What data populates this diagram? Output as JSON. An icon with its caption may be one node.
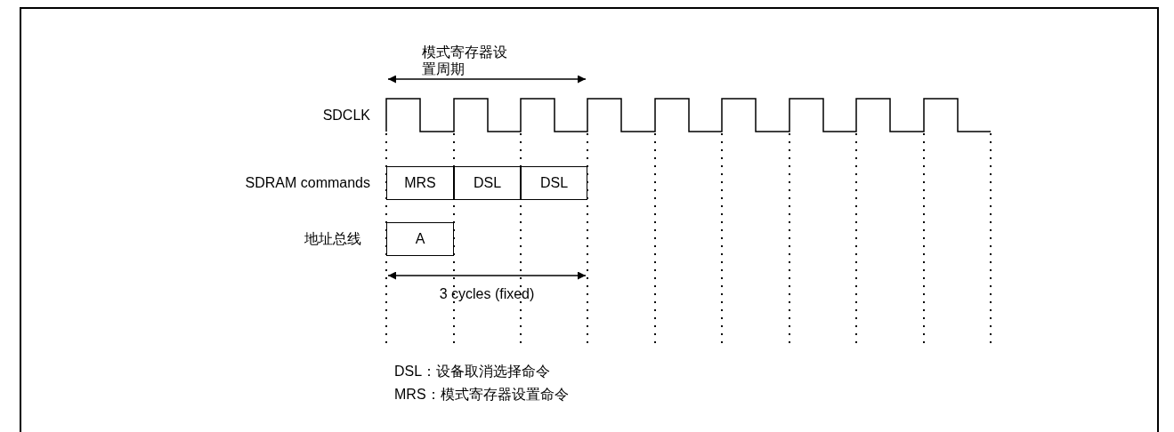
{
  "diagram": {
    "nodes": [
      {
        "text": [
          "MRS"
        ]
      },
      {
        "text": [
          "DSL"
        ]
      },
      {
        "text": [
          "DSL"
        ]
      },
      {
        "text": [
          "A"
        ]
      }
    ],
    "labels": [
      "模式寄存器设置周期",
      "SDCLK",
      "SDRAM commands",
      "地址总线",
      "3 cycles (fixed)",
      "DSL：设备取消选择命令",
      "MRS：模式寄存器设置命令"
    ]
  }
}
